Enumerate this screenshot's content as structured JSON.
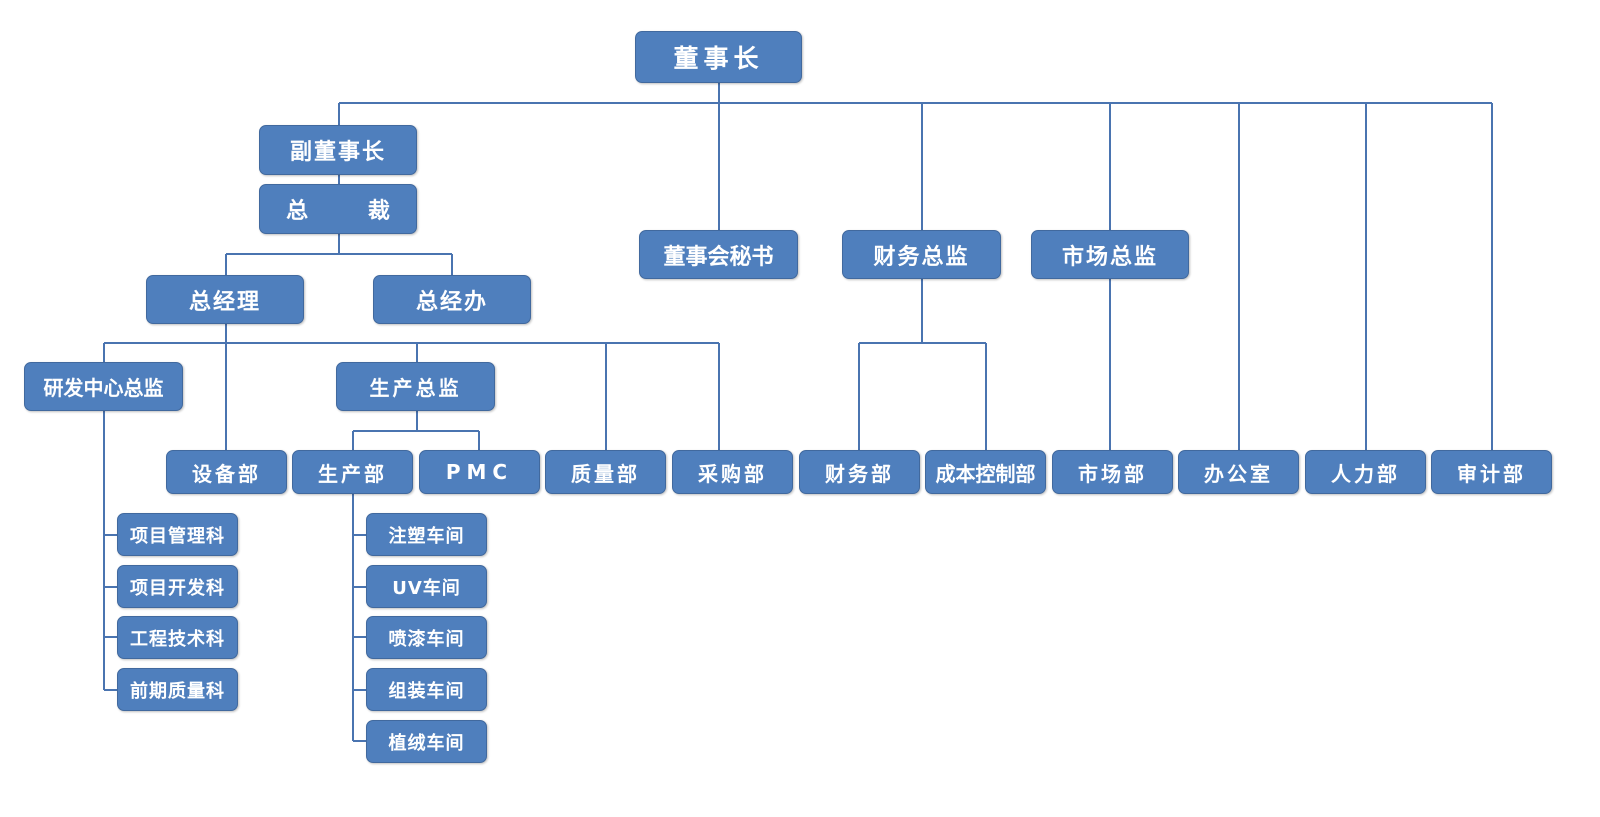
{
  "chart": {
    "chairman": "董事长",
    "vice_chairman": "副董事长",
    "president": "总 裁",
    "general_manager": "总经理",
    "gm_office": "总经办",
    "board_secretary": "董事会秘书",
    "cfo": "财务总监",
    "cmo": "市场总监",
    "rnd_director": "研发中心总监",
    "production_director": "生产总监",
    "equipment_dept": "设备部",
    "production_dept": "生产部",
    "pmc": "PMC",
    "quality_dept": "质量部",
    "purchasing_dept": "采购部",
    "finance_dept": "财务部",
    "cost_control_dept": "成本控制部",
    "market_dept": "市场部",
    "office": "办公室",
    "hr_dept": "人力部",
    "audit_dept": "审计部",
    "rnd_sections": [
      "项目管理科",
      "项目开发科",
      "工程技术科",
      "前期质量科"
    ],
    "workshops": [
      "注塑车间",
      "UV车间",
      "喷漆车间",
      "组装车间",
      "植绒车间"
    ]
  },
  "colors": {
    "box_fill": "#4f7fbd",
    "box_border": "#41699e",
    "connector": "#4a74b0",
    "text": "#ffffff"
  }
}
